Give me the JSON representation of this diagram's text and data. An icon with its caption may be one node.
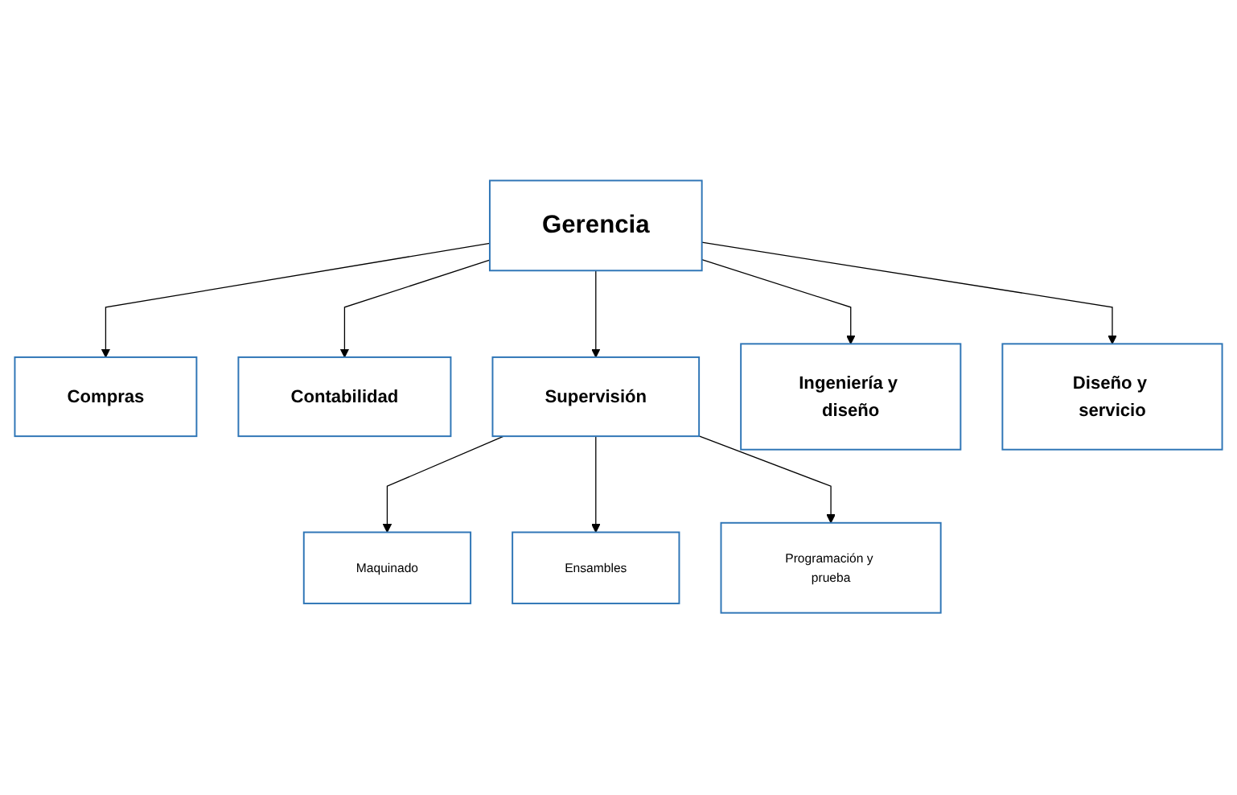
{
  "diagram": {
    "nodes": [
      {
        "text": [
          "Gerencia"
        ]
      },
      {
        "text": [
          "Compras"
        ]
      },
      {
        "text": [
          "Contabilidad"
        ]
      },
      {
        "text": [
          "Supervisión"
        ]
      },
      {
        "text": [
          "Ingeniería y diseño"
        ]
      },
      {
        "text": [
          "Diseño y servicio"
        ]
      },
      {
        "text": [
          "Maquinado"
        ]
      },
      {
        "text": [
          "Ensambles"
        ]
      },
      {
        "text": [
          "Programación y prueba"
        ]
      }
    ],
    "edges": [
      {
        "from": 0,
        "to": 1,
        "arrow": "to"
      },
      {
        "from": 0,
        "to": 2,
        "arrow": "to"
      },
      {
        "from": 0,
        "to": 3,
        "arrow": "to"
      },
      {
        "from": 0,
        "to": 4,
        "arrow": "to"
      },
      {
        "from": 0,
        "to": 5,
        "arrow": "to"
      },
      {
        "from": 3,
        "to": 6,
        "arrow": "to"
      },
      {
        "from": 3,
        "to": 7,
        "arrow": "to"
      },
      {
        "from": 3,
        "to": 8,
        "arrow": "to"
      }
    ]
  }
}
